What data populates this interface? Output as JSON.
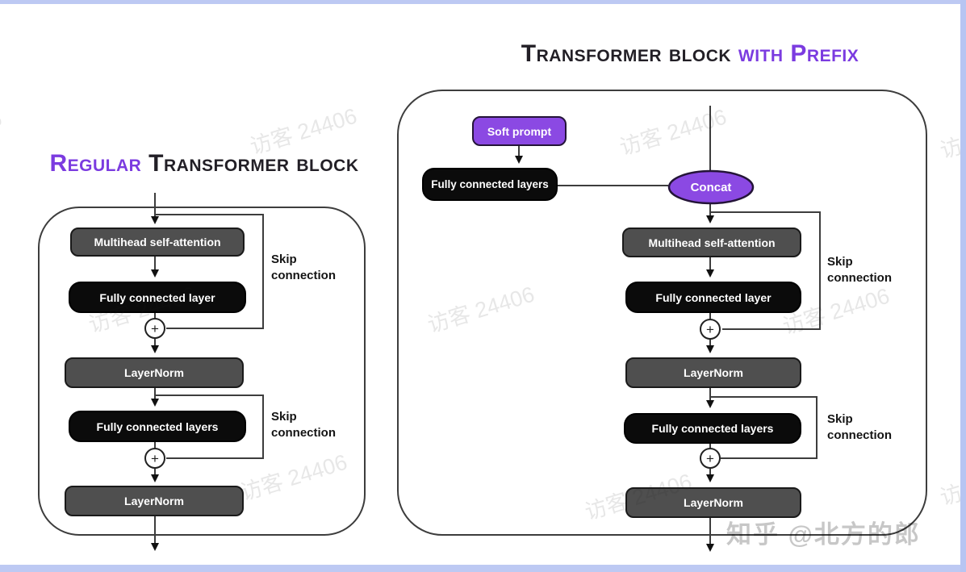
{
  "frame": {
    "color": "#bdc9f3"
  },
  "colors": {
    "accent_purple": "#7b3be0",
    "node_purple": "#8b49e3",
    "node_gray": "#4f4f4f",
    "node_black": "#0b0b0b",
    "connector": "#3d3d3d"
  },
  "icons": {
    "plus": "+"
  },
  "labels": {
    "skip_line1": "Skip",
    "skip_line2": "connection"
  },
  "left": {
    "title_accent": "Regular",
    "title_rest": " Transformer block",
    "multihead": "Multihead self-attention",
    "fully_connected_layer": "Fully connected layer",
    "layernorm1": "LayerNorm",
    "fully_connected_layers": "Fully connected layers",
    "layernorm2": "LayerNorm"
  },
  "right": {
    "title_main": "Transformer block ",
    "title_accent": "with Prefix",
    "soft_prompt": "Soft prompt",
    "fully_connected_layers_top": "Fully connected layers",
    "concat": "Concat",
    "multihead": "Multihead self-attention",
    "fully_connected_layer": "Fully connected layer",
    "layernorm1": "LayerNorm",
    "fully_connected_layers": "Fully connected layers",
    "layernorm2": "LayerNorm"
  },
  "watermarks": {
    "visitor": "访客 24406",
    "credit": "知乎 @北方的郎"
  }
}
